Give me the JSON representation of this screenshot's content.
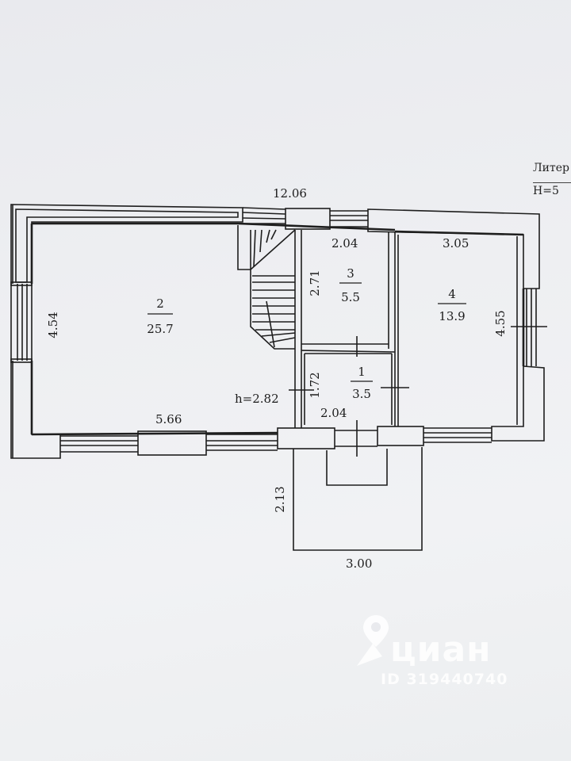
{
  "litera": {
    "line1": "Литер",
    "line2": "Н=5"
  },
  "dimensions": {
    "top_width": "12.06",
    "left_height": "4.54",
    "room2_bottom": "5.66",
    "stair_width": "2.04",
    "room3_height": "2.71",
    "room4_width": "3.05",
    "room4_height": "4.55",
    "room1_height": "1.72",
    "room1_width": "2.04",
    "ceiling_height": "h=2.82",
    "porch_depth": "2.13",
    "porch_width": "3.00"
  },
  "rooms": [
    {
      "number": "2",
      "area": "25.7"
    },
    {
      "number": "3",
      "area": "5.5"
    },
    {
      "number": "4",
      "area": "13.9"
    },
    {
      "number": "1",
      "area": "3.5"
    }
  ],
  "watermark": {
    "brand": "циан",
    "id": "ID 319440740"
  }
}
